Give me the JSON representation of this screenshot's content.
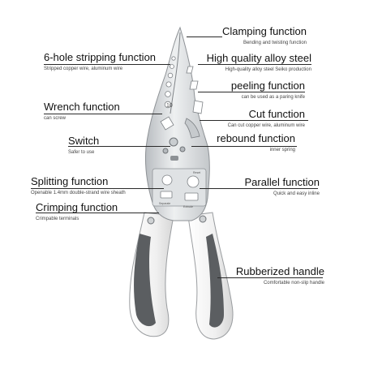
{
  "features": [
    {
      "id": "clamping",
      "title": "Clamping function",
      "subtitle": "Bending and twisting function"
    },
    {
      "id": "six-hole",
      "title": "6-hole stripping function",
      "subtitle": "Stripped copper wire, aluminum wire"
    },
    {
      "id": "alloy",
      "title": "High quality alloy steel",
      "subtitle": "High-quality alloy steel Seiko production"
    },
    {
      "id": "peeling",
      "title": "peeling function",
      "subtitle": "can be used as a paring knife"
    },
    {
      "id": "wrench",
      "title": "Wrench function",
      "subtitle": "can screw"
    },
    {
      "id": "cut",
      "title": "Cut function",
      "subtitle": "Can cut copper wire, aluminum wire"
    },
    {
      "id": "switch",
      "title": "Switch",
      "subtitle": "Safer to use"
    },
    {
      "id": "rebound",
      "title": "rebound function",
      "subtitle": "inner spring"
    },
    {
      "id": "splitting",
      "title": "Splitting function",
      "subtitle": "Openable 1.4mm double-strand wire sheath"
    },
    {
      "id": "parallel",
      "title": "Parallel function",
      "subtitle": "Quick and easy inline"
    },
    {
      "id": "crimping",
      "title": "Crimping function",
      "subtitle": "Crimpable terminals"
    },
    {
      "id": "handle",
      "title": "Rubberized handle",
      "subtitle": "Comfortable non-slip handle"
    }
  ],
  "tool_markings": {
    "number": "10",
    "left_hole": "Separate",
    "right_hole": "Extrude",
    "reset": "Reset"
  },
  "colors": {
    "steel": "#d9dcde",
    "steel_dark": "#a9adb1",
    "grip": "#5a5d60",
    "handle": "#f2f2f2",
    "line": "#2a2a2a"
  }
}
